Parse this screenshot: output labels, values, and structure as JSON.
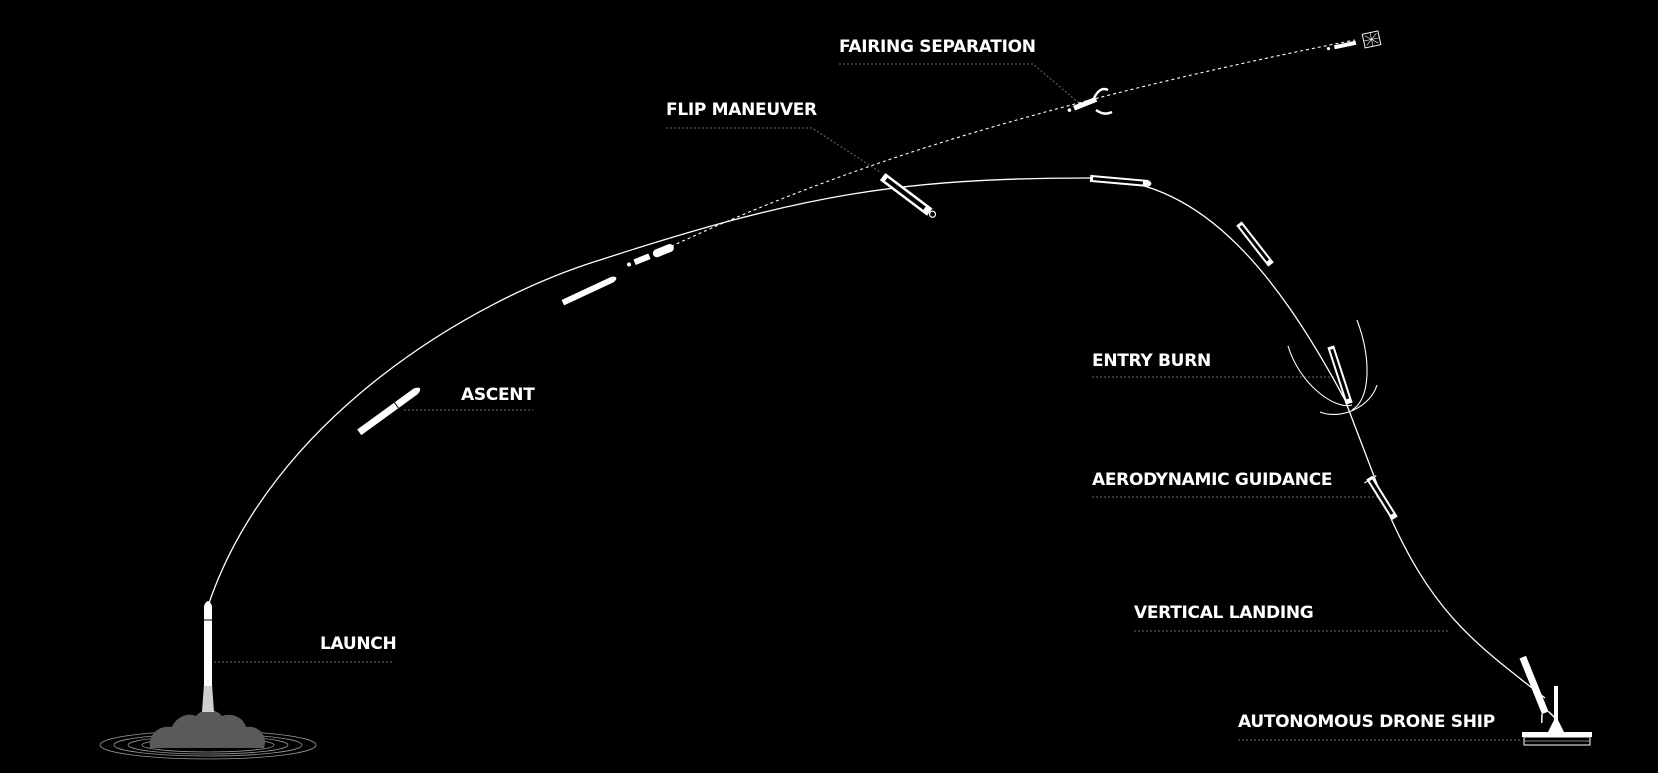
{
  "colors": {
    "background": "#000000",
    "foreground": "#ffffff",
    "leader": "#6d6d6d",
    "smoke": "#5a5a5a"
  },
  "stages": {
    "launch": "LAUNCH",
    "ascent": "ASCENT",
    "flip_maneuver": "FLIP MANEUVER",
    "fairing_separation": "FAIRING SEPARATION",
    "entry_burn": "ENTRY BURN",
    "aerodynamic_guidance": "AERODYNAMIC GUIDANCE",
    "vertical_landing": "VERTICAL LANDING",
    "autonomous_drone_ship": "AUTONOMOUS DRONE SHIP"
  }
}
